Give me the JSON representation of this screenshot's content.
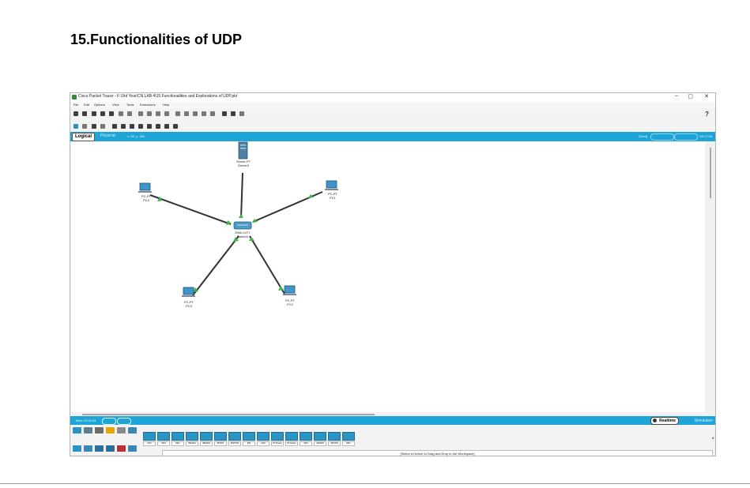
{
  "document": {
    "heading": "15.Functionalities of UDP"
  },
  "window": {
    "title": "Cisco Packet Tracer - F:\\3rd Year\\CN LAB 4\\15.Functionalities and Explorations of UDP.pkt",
    "controls": {
      "minimize": "–",
      "maximize": "▢",
      "close": "✕"
    },
    "menus": [
      "File",
      "Edit",
      "Options",
      "View",
      "Tools",
      "Extensions",
      "Help"
    ],
    "help_icon": "?"
  },
  "workspace_bar": {
    "logical_tab": "Logical",
    "physical_tab": "Physical",
    "path": "x: 98, y: 180",
    "root": "[Root]",
    "clock": "09:17:55"
  },
  "topology": {
    "nodes": [
      {
        "id": "server0",
        "type": "Server-PT",
        "name": "Server0"
      },
      {
        "id": "pc4",
        "type": "PC-PT",
        "name": "PC4"
      },
      {
        "id": "pc1",
        "type": "PC-PT",
        "name": "PC1"
      },
      {
        "id": "switch0",
        "type": "2960-24TT",
        "name": "Switch0"
      },
      {
        "id": "pc3",
        "type": "PC-PT",
        "name": "PC3"
      },
      {
        "id": "pc2",
        "type": "PC-PT",
        "name": "PC2"
      }
    ],
    "link_color": "#333333",
    "port_up_color": "#39b54a"
  },
  "time_bar": {
    "time": "Time: 02:02:34",
    "realtime": "Realtime",
    "simulation": "Simulation"
  },
  "device_palette": {
    "models": [
      "1941",
      "2901",
      "2911",
      "ISR4321",
      "ISR4331",
      "819IOX",
      "819HGW",
      "829",
      "1240",
      "PT-Router",
      "PT-Empty",
      "1841",
      "2620XM",
      "2621XM",
      "2811"
    ],
    "hint": "[Select a Device to Drag and Drop to the Workspace]"
  },
  "colors": {
    "accent": "#1ea4d6",
    "workspace": "#ffffff"
  }
}
